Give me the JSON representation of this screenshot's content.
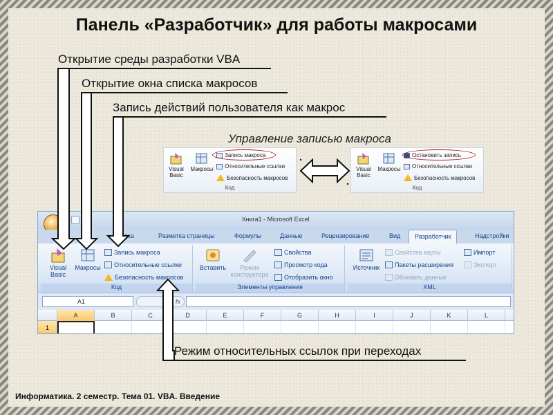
{
  "slide": {
    "title": "Панель «Разработчик» для работы макросами",
    "footer": "Информатика. 2 семестр. Тема 01. VBA. Введение",
    "labels": {
      "vba": "Открытие среды разработки VBA",
      "macros_list": "Открытие окна списка макросов",
      "record": "Запись действий пользователя как макрос",
      "recording_control": "Управление записью макроса",
      "relative_mode": "Режим относительных ссылок при переходах"
    }
  },
  "code_panel_left": {
    "visual_basic": "Visual Basic",
    "macros": "Макросы",
    "record_macro": "Запись макроса",
    "relative_refs": "Относительные ссылки",
    "macro_security": "Безопасность макросов",
    "group": "Код"
  },
  "code_panel_right": {
    "visual_basic": "Visual Basic",
    "macros": "Макросы",
    "stop_recording": "Остановить запись",
    "relative_refs": "Относительные ссылки",
    "macro_security": "Безопасность макросов",
    "group": "Код"
  },
  "excel": {
    "window_title": "Книга1 - Microsoft Excel",
    "tabs": [
      {
        "label": "авка"
      },
      {
        "label": "Разметка страницы"
      },
      {
        "label": "Формулы"
      },
      {
        "label": "Данные"
      },
      {
        "label": "Рецензирование"
      },
      {
        "label": "Вид"
      },
      {
        "label": "Разработчик"
      },
      {
        "label": "Надстройки"
      }
    ],
    "ribbon": {
      "code": {
        "visual_basic": "Visual Basic",
        "macros": "Макросы",
        "record_macro": "Запись макроса",
        "relative_refs": "Относительные ссылки",
        "macro_security": "Безопасность макросов",
        "group": "Код"
      },
      "controls": {
        "insert": "Вставить",
        "design_mode": "Режим конструктора",
        "properties": "Свойства",
        "view_code": "Просмотр кода",
        "show_window": "Отобразить окно",
        "group": "Элементы управления"
      },
      "xml": {
        "source": "Источник",
        "map_properties": "Свойства карты",
        "expansion_packs": "Пакеты расширения",
        "refresh_data": "Обновить данные",
        "import": "Импорт",
        "export": "Экспорт",
        "group": "XML"
      }
    },
    "name_box": "A1",
    "fx": "fx",
    "columns": [
      "A",
      "B",
      "C",
      "D",
      "E",
      "F",
      "G",
      "H",
      "I",
      "J",
      "K",
      "L"
    ],
    "row_number": "1"
  },
  "colors": {
    "arrow_fill": "#ffffff",
    "arrow_stroke": "#111111",
    "highlight_oval": "#b01818",
    "ribbon_text": "#15428b"
  }
}
